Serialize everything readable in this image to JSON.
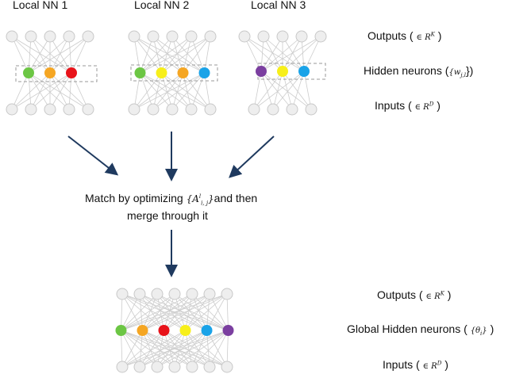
{
  "titles": [
    "Local NN 1",
    "Local NN 2",
    "Local NN 3"
  ],
  "right_labels": {
    "outputs": "Outputs (",
    "outputs_math": "∈ R",
    "outputs_sup": "K",
    "close": ")",
    "hidden": "Hidden neurons (",
    "hidden_math": "{w",
    "hidden_sub": "j,l",
    "hidden_close": "})",
    "inputs": "Inputs (",
    "inputs_math": "∈ R",
    "inputs_sup": "D"
  },
  "match": {
    "line1_a": "Match by optimizing",
    "math_a": "{A",
    "math_sup": "l",
    "math_sub": "i, j",
    "math_b": "}",
    "line1_b": "and then",
    "line2": "merge through it"
  },
  "global_labels": {
    "outputs": "Outputs (",
    "outputs_math": "∈ R",
    "outputs_sup": "K",
    "close": ")",
    "hidden": "Global Hidden neurons (",
    "hidden_math": "{θ",
    "hidden_sub": "i",
    "hidden_math_close": "}",
    "inputs": "Inputs (",
    "inputs_math": "∈ R",
    "inputs_sup": "D"
  },
  "colors": {
    "node": "#eeeeee",
    "node_stroke": "#c8c8c8",
    "edge": "#cccccc",
    "arrow": "#1f3a5f",
    "green": "#6cc644",
    "orange": "#f5a623",
    "red": "#e8131a",
    "yellow": "#f7ef1a",
    "blue": "#1aa3e8",
    "purple": "#7b3fa0"
  },
  "local_hidden_colors": [
    [
      "green",
      "orange",
      "red"
    ],
    [
      "green",
      "yellow",
      "orange",
      "blue"
    ],
    [
      "purple",
      "yellow",
      "blue"
    ]
  ],
  "global_hidden_colors": [
    "green",
    "orange",
    "red",
    "yellow",
    "blue",
    "purple"
  ]
}
